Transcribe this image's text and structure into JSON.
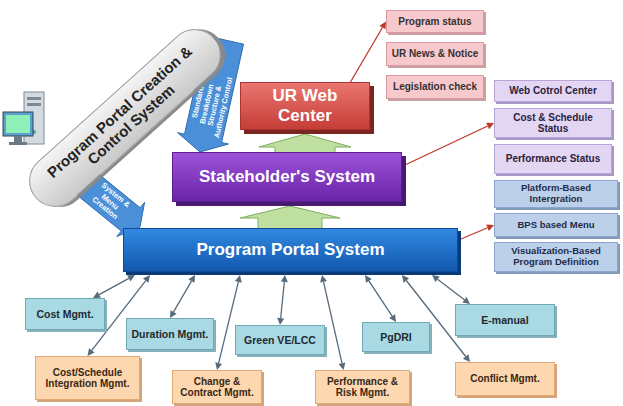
{
  "diagram": {
    "nodes": [
      {
        "text": [
          "UR Web Center"
        ]
      },
      {
        "text": [
          "Stakeholder's System"
        ]
      },
      {
        "text": [
          "Program Portal System"
        ]
      },
      {
        "text": [
          "Program Portal Creation & Control System"
        ]
      },
      {
        "text": [
          "Program status"
        ]
      },
      {
        "text": [
          "UR News & Notice"
        ]
      },
      {
        "text": [
          "Legislation check"
        ]
      },
      {
        "text": [
          "Web Cotrol Center"
        ]
      },
      {
        "text": [
          "Cost & Schedule Status"
        ]
      },
      {
        "text": [
          "Performance Status"
        ]
      },
      {
        "text": [
          "Platform-Based Intergration"
        ]
      },
      {
        "text": [
          "BPS based Menu"
        ]
      },
      {
        "text": [
          "Visualization-Based Program Definition"
        ]
      },
      {
        "text": [
          "Cost Mgmt."
        ]
      },
      {
        "text": [
          "Duration Mgmt."
        ]
      },
      {
        "text": [
          "Green VE/LCC"
        ]
      },
      {
        "text": [
          "PgDRI"
        ]
      },
      {
        "text": [
          "E-manual"
        ]
      },
      {
        "text": [
          "Cost/Schedule Integration Mgmt."
        ]
      },
      {
        "text": [
          "Change & Contract Mgmt."
        ]
      },
      {
        "text": [
          "Performance & Risk Mgmt."
        ]
      },
      {
        "text": [
          "Conflict Mgmt."
        ]
      }
    ],
    "edges": [
      {
        "from": 1,
        "to": 0,
        "arrow": "to"
      },
      {
        "from": 2,
        "to": 1,
        "arrow": "to"
      },
      {
        "from": 3,
        "to": 1,
        "label": "Standard Breakdown Structure & Authority Control",
        "arrow": "to"
      },
      {
        "from": 3,
        "to": 2,
        "label": "System & Menu Creation",
        "arrow": "to"
      },
      {
        "from": 0,
        "to": 4,
        "arrow": "to"
      },
      {
        "from": 1,
        "to": 8,
        "arrow": "to"
      },
      {
        "from": 2,
        "to": 11,
        "arrow": "to"
      },
      {
        "from": 13,
        "to": 2,
        "arrow": "both"
      },
      {
        "from": 18,
        "to": 2,
        "arrow": "both"
      },
      {
        "from": 14,
        "to": 2,
        "arrow": "both"
      },
      {
        "from": 19,
        "to": 2,
        "arrow": "both"
      },
      {
        "from": 15,
        "to": 2,
        "arrow": "both"
      },
      {
        "from": 20,
        "to": 2,
        "arrow": "both"
      },
      {
        "from": 16,
        "to": 2,
        "arrow": "both"
      },
      {
        "from": 21,
        "to": 2,
        "arrow": "both"
      },
      {
        "from": 17,
        "to": 2,
        "arrow": "both"
      }
    ]
  }
}
